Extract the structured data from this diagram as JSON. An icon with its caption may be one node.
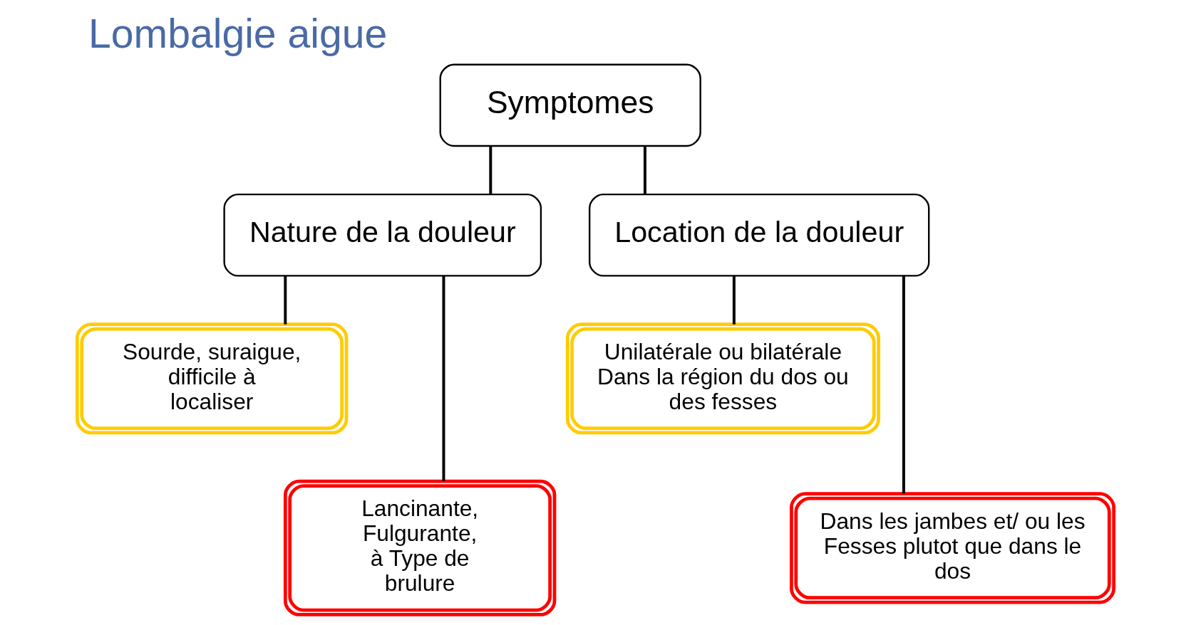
{
  "diagram": {
    "title": "Lombalgie aigue",
    "nodes": [
      {
        "text": [
          "Symptomes"
        ]
      },
      {
        "text": [
          "Nature de la douleur"
        ]
      },
      {
        "text": [
          "Location de la douleur"
        ]
      },
      {
        "text": [
          "Sourde, suraigue, difficile à localiser"
        ]
      },
      {
        "text": [
          "Lancinante, Fulgurante, à Type de brulure"
        ]
      },
      {
        "text": [
          "Unilatérale ou bilatérale Dans la région du dos ou des fesses"
        ]
      },
      {
        "text": [
          "Dans les jambes et/ ou les Fesses plutot que dans le dos"
        ]
      }
    ],
    "edges": [
      {
        "from": 0,
        "to": 1,
        "arrow": "none"
      },
      {
        "from": 0,
        "to": 2,
        "arrow": "none"
      },
      {
        "from": 1,
        "to": 3,
        "arrow": "none"
      },
      {
        "from": 1,
        "to": 4,
        "arrow": "none"
      },
      {
        "from": 2,
        "to": 5,
        "arrow": "none"
      },
      {
        "from": 2,
        "to": 6,
        "arrow": "none"
      }
    ]
  }
}
